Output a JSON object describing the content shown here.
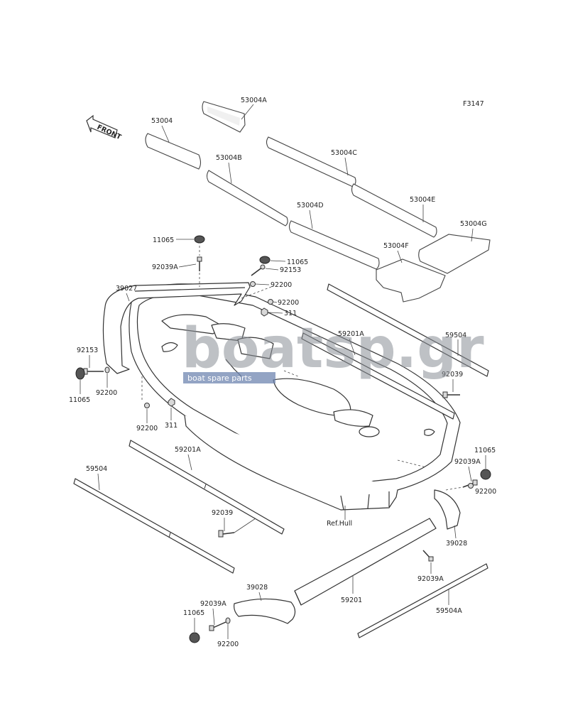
{
  "figure_code": "F3147",
  "front_arrow": {
    "icon": "front-arrow-icon",
    "text": "FRONT"
  },
  "watermark": {
    "main": "boatsp.gr",
    "sub": "boat spare parts"
  },
  "mats": [
    {
      "id": "53004"
    },
    {
      "id": "53004A"
    },
    {
      "id": "53004B"
    },
    {
      "id": "53004C"
    },
    {
      "id": "53004D"
    },
    {
      "id": "53004E"
    },
    {
      "id": "53004F"
    },
    {
      "id": "53004G"
    }
  ],
  "labels": {
    "p53004": "53004",
    "p53004A": "53004A",
    "p53004B": "53004B",
    "p53004C": "53004C",
    "p53004D": "53004D",
    "p53004E": "53004E",
    "p53004F": "53004F",
    "p53004G": "53004G",
    "p11065_top": "11065",
    "p92039A_top": "92039A",
    "p11065_mid": "11065",
    "p92153_mid": "92153",
    "p92200_mid1": "92200",
    "p92200_mid2": "92200",
    "p311_mid": "311",
    "p39027": "39027",
    "p92153_left": "92153",
    "p11065_left": "11065",
    "p92200_left": "92200",
    "p92200_low": "92200",
    "p311_low": "311",
    "p59201A_right": "59201A",
    "p59504_right": "59504",
    "p92039_right": "92039",
    "p59201A_left": "59201A",
    "p59504_left": "59504",
    "p92039_left": "92039",
    "p11065_rightlow": "11065",
    "p92039A_rightlow": "92039A",
    "p92200_rightlow": "92200",
    "p39028_right": "39028",
    "ref_hull": "Ref.Hull",
    "p92039A_bottom": "92039A",
    "p59201": "59201",
    "p59504A": "59504A",
    "p39028_bottom": "39028",
    "p92039A_bl": "92039A",
    "p11065_bl": "11065",
    "p92200_bl": "92200"
  }
}
